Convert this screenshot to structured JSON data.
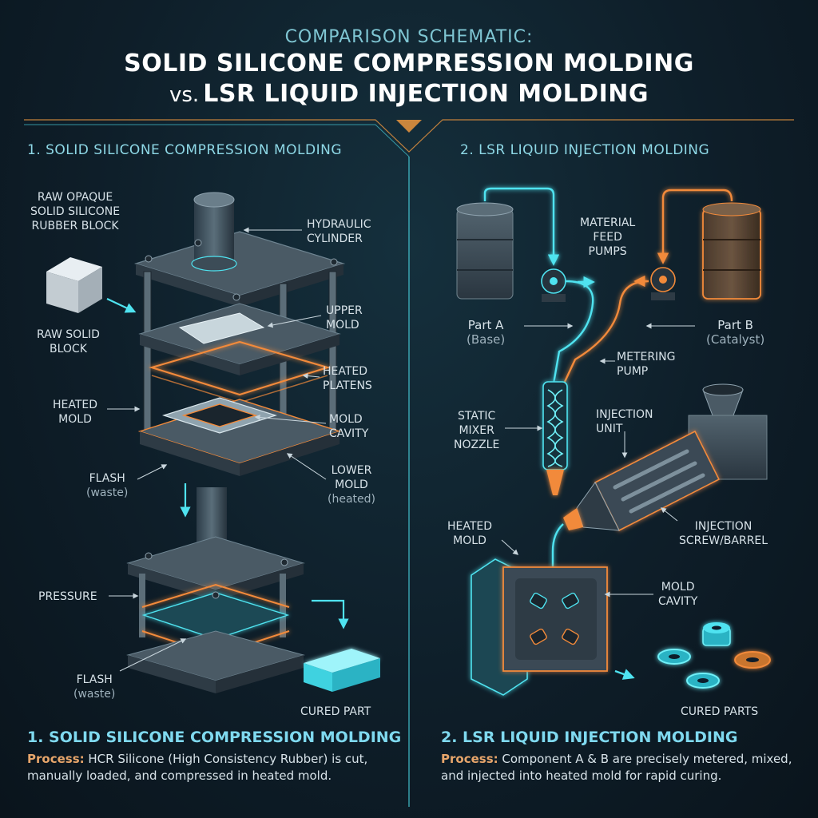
{
  "header": {
    "supertitle": "COMPARISON SCHEMATIC:",
    "title_line1": "SOLID SILICONE COMPRESSION MOLDING",
    "title_vs": "vs.",
    "title_line2": "LSR LIQUID INJECTION MOLDING"
  },
  "left": {
    "section_title": "1. SOLID SILICONE COMPRESSION MOLDING",
    "labels": {
      "raw_block_title": [
        "RAW OPAQUE",
        "SOLID SILICONE",
        "RUBBER BLOCK"
      ],
      "raw_solid_block": [
        "RAW SOLID",
        "BLOCK"
      ],
      "hydraulic_cylinder": [
        "HYDRAULIC",
        "CYLINDER"
      ],
      "upper_mold": [
        "UPPER",
        "MOLD"
      ],
      "heated_platens": [
        "HEATED",
        "PLATENS"
      ],
      "heated_mold": [
        "HEATED",
        "MOLD"
      ],
      "mold_cavity": [
        "MOLD",
        "CAVITY"
      ],
      "flash_top": [
        "FLASH",
        "(waste)"
      ],
      "lower_mold": [
        "LOWER",
        "MOLD",
        "(heated)"
      ],
      "pressure": "PRESSURE",
      "flash_bottom": [
        "FLASH",
        "(waste)"
      ],
      "cured_part": "CURED PART"
    },
    "footer_title": "1. SOLID SILICONE COMPRESSION MOLDING",
    "footer_process_label": "Process:",
    "footer_process_text": " HCR Silicone (High Consistency Rubber) is cut, manually loaded, and compressed in heated mold."
  },
  "right": {
    "section_title": "2. LSR LIQUID INJECTION MOLDING",
    "labels": {
      "material_feed_pumps": [
        "MATERIAL",
        "FEED",
        "PUMPS"
      ],
      "part_a": [
        "Part A",
        "(Base)"
      ],
      "part_b": [
        "Part B",
        "(Catalyst)"
      ],
      "metering_pump": [
        "METERING",
        "PUMP"
      ],
      "static_mixer_nozzle": [
        "STATIC",
        "MIXER",
        "NOZZLE"
      ],
      "injection_unit": [
        "INJECTION",
        "UNIT"
      ],
      "heated_mold": [
        "HEATED",
        "MOLD"
      ],
      "injection_screw_barrel": [
        "INJECTION",
        "SCREW/BARREL"
      ],
      "mold_cavity": [
        "MOLD",
        "CAVITY"
      ],
      "cured_parts": "CURED PARTS"
    },
    "footer_title": "2. LSR LIQUID INJECTION MOLDING",
    "footer_process_label": "Process:",
    "footer_process_text": " Component A & B are precisely metered, mixed, and injected into heated mold for rapid curing."
  },
  "colors": {
    "cyan": "#4fe3f0",
    "orange": "#f28a3a",
    "steel": "#3a4a55",
    "background": "#0e1e29"
  }
}
